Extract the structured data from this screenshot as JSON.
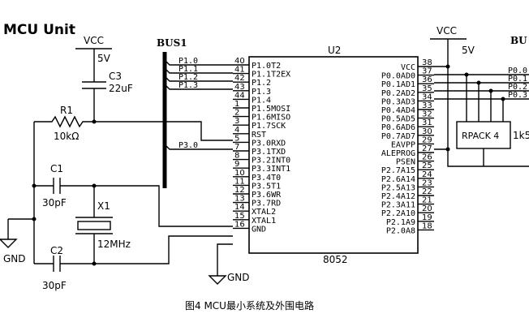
{
  "diagram": {
    "title": "MCU Unit",
    "bus_left": "BUS1",
    "bus_right": "BU",
    "chip_ref": "U2",
    "chip_name": "8052",
    "left_pins": [
      {
        "num": "40",
        "name": "P1.0T2"
      },
      {
        "num": "41",
        "name": "P1.1T2EX"
      },
      {
        "num": "42",
        "name": "P1.2"
      },
      {
        "num": "43",
        "name": "P1.3"
      },
      {
        "num": "44",
        "name": "P1.4"
      },
      {
        "num": "1",
        "name": "P1.5MOSI"
      },
      {
        "num": "2",
        "name": "P1.6MISO"
      },
      {
        "num": "3",
        "name": "P1.7SCK"
      },
      {
        "num": "4",
        "name": "RST"
      },
      {
        "num": "5",
        "name": "P3.0RXD"
      },
      {
        "num": "7",
        "name": "P3.1TXD"
      },
      {
        "num": "8",
        "name": "P3.2INT0"
      },
      {
        "num": "9",
        "name": "P3.3INT1"
      },
      {
        "num": "10",
        "name": "P3.4T0"
      },
      {
        "num": "11",
        "name": "P3.5T1"
      },
      {
        "num": "12",
        "name": "P3.6WR"
      },
      {
        "num": "13",
        "name": "P3.7RD"
      },
      {
        "num": "14",
        "name": "XTAL2"
      },
      {
        "num": "15",
        "name": "XTAL1"
      },
      {
        "num": "16",
        "name": "GND"
      }
    ],
    "right_pins": [
      {
        "num": "38",
        "name": "VCC"
      },
      {
        "num": "37",
        "name": "P0.0AD0"
      },
      {
        "num": "36",
        "name": "P0.1AD1"
      },
      {
        "num": "35",
        "name": "P0.2AD2"
      },
      {
        "num": "34",
        "name": "P0.3AD3"
      },
      {
        "num": "33",
        "name": "P0.4AD4"
      },
      {
        "num": "32",
        "name": "P0.5AD5"
      },
      {
        "num": "31",
        "name": "P0.6AD6"
      },
      {
        "num": "30",
        "name": "P0.7AD7"
      },
      {
        "num": "29",
        "name": "EAVPP"
      },
      {
        "num": "27",
        "name": "ALEPROG"
      },
      {
        "num": "26",
        "name": "PSEN"
      },
      {
        "num": "25",
        "name": "P2.7A15"
      },
      {
        "num": "24",
        "name": "P2.6A14"
      },
      {
        "num": "23",
        "name": "P2.5A13"
      },
      {
        "num": "22",
        "name": "P2.4A12"
      },
      {
        "num": "21",
        "name": "P2.3A11"
      },
      {
        "num": "20",
        "name": "P2.2A10"
      },
      {
        "num": "19",
        "name": "P2.1A9"
      },
      {
        "num": "18",
        "name": "P2.0A8"
      }
    ],
    "bus_nets_left": [
      "P1.0",
      "P1.1",
      "P1.2",
      "P1.3",
      "P3.0"
    ],
    "bus_nets_right": [
      "P0.0",
      "P0.1",
      "P0.2",
      "P0.3"
    ],
    "vcc_left": {
      "label": "VCC",
      "value": "5V"
    },
    "vcc_right": {
      "label": "VCC",
      "value": "5V"
    },
    "c3": {
      "ref": "C3",
      "value": "22uF"
    },
    "r1": {
      "ref": "R1",
      "value": "10kΩ"
    },
    "c1": {
      "ref": "C1",
      "value": "30pF"
    },
    "c2": {
      "ref": "C2",
      "value": "30pF"
    },
    "x1": {
      "ref": "X1",
      "value": "12MHz"
    },
    "gnd_left": "GND",
    "gnd_chip": "GND",
    "rpack": {
      "ref": "RPACK 4",
      "value": "1k5"
    },
    "caption": "图4 MCU最小系统及外围电路"
  }
}
